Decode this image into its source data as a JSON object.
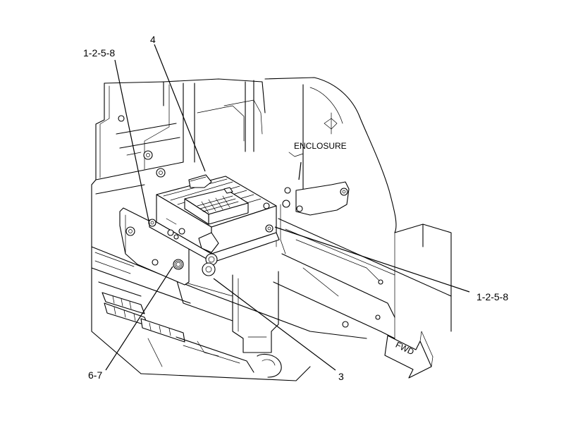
{
  "diagram": {
    "callouts": {
      "top_left": "1-2-5-8",
      "top_center": "4",
      "right": "1-2-5-8",
      "bottom_left": "6-7",
      "bottom_center": "3"
    },
    "labels": {
      "enclosure": "ENCLOSURE",
      "fwd_arrow": "FWD"
    }
  }
}
